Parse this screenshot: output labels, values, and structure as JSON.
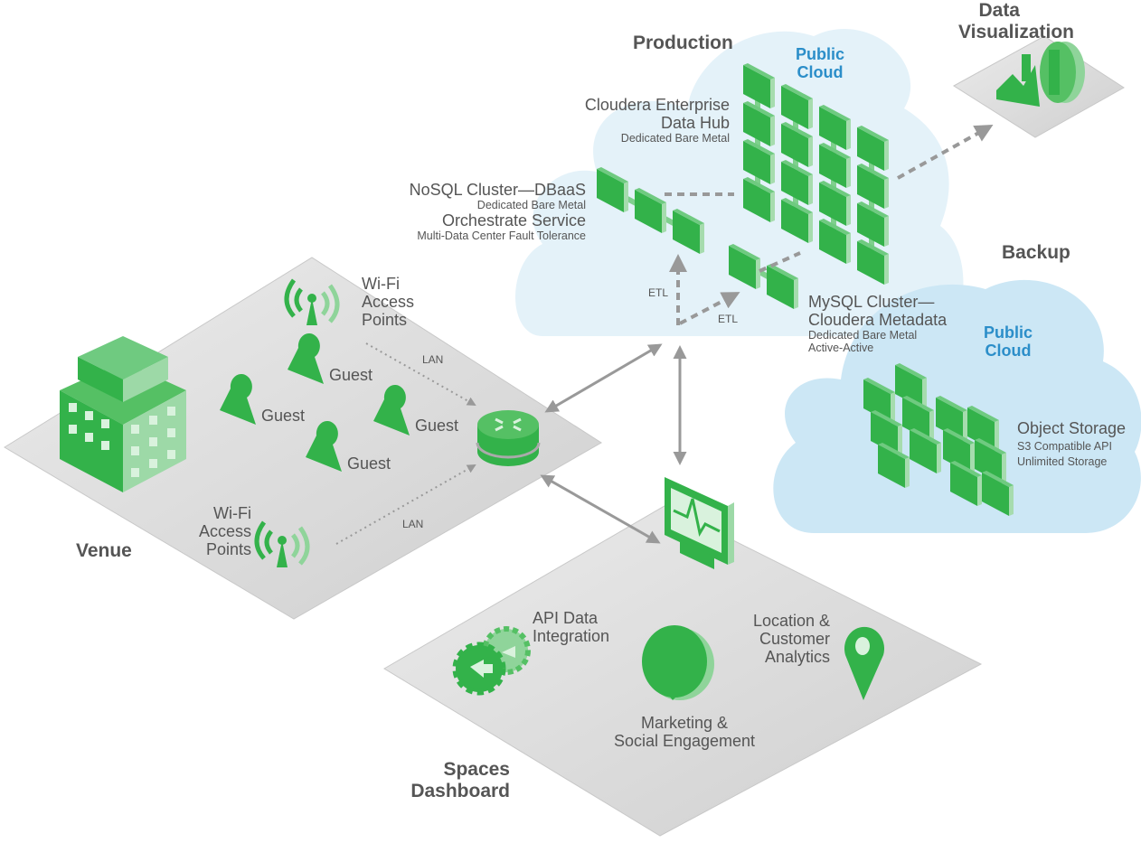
{
  "colors": {
    "green": "#33b24a",
    "green_light": "#8fd49a",
    "green_dark": "#1f8a32",
    "cloud_production": "#e4f2f9",
    "cloud_backup": "#cce7f5",
    "platform": "#d9d9d9",
    "arrow": "#999999",
    "text": "#555555",
    "cloud_label": "#2b8ec9"
  },
  "zones": {
    "production": {
      "title": "Production",
      "cloud_label": [
        "Public",
        "Cloud"
      ],
      "data_hub": {
        "name": [
          "Cloudera Enterprise",
          "Data Hub"
        ],
        "sub": "Dedicated Bare Metal",
        "icon": "server-grid-icon"
      },
      "nosql": {
        "name": "NoSQL Cluster—DBaaS",
        "sub": "Dedicated Bare Metal",
        "service": "Orchestrate Service",
        "service_sub": "Multi-Data Center Fault Tolerance",
        "icon": "server-cluster-icon"
      },
      "mysql": {
        "name": [
          "MySQL Cluster—",
          "Cloudera Metadata"
        ],
        "sub": [
          "Dedicated Bare Metal",
          "Active-Active"
        ],
        "icon": "server-cluster-icon"
      },
      "etl_labels": [
        "ETL",
        "ETL"
      ]
    },
    "data_visualization": {
      "title": [
        "Data",
        "Visualization"
      ],
      "icon": "chart-icon"
    },
    "backup": {
      "title": "Backup",
      "cloud_label": [
        "Public",
        "Cloud"
      ],
      "object_storage": {
        "name": "Object Storage",
        "sub": [
          "S3 Compatible API",
          "Unlimited Storage"
        ],
        "icon": "storage-array-icon"
      }
    },
    "venue": {
      "title": "Venue",
      "building_icon": "building-icon",
      "access_points": [
        {
          "label": [
            "Wi-Fi",
            "Access",
            "Points"
          ],
          "icon": "wifi-antenna-icon"
        },
        {
          "label": [
            "Wi-Fi",
            "Access",
            "Points"
          ],
          "icon": "wifi-antenna-icon"
        }
      ],
      "guests": [
        "Guest",
        "Guest",
        "Guest",
        "Guest"
      ],
      "lan_labels": [
        "LAN",
        "LAN"
      ],
      "router_icon": "router-icon"
    },
    "spaces_dashboard": {
      "title": [
        "Spaces",
        "Dashboard"
      ],
      "monitor_icon": "monitor-icon",
      "features": [
        {
          "label": [
            "API Data",
            "Integration"
          ],
          "icon": "gears-icon"
        },
        {
          "label": [
            "Marketing &",
            "Social Engagement"
          ],
          "icon": "speech-bubble-icon"
        },
        {
          "label": [
            "Location &",
            "Customer",
            "Analytics"
          ],
          "icon": "map-pin-icon"
        }
      ]
    }
  }
}
